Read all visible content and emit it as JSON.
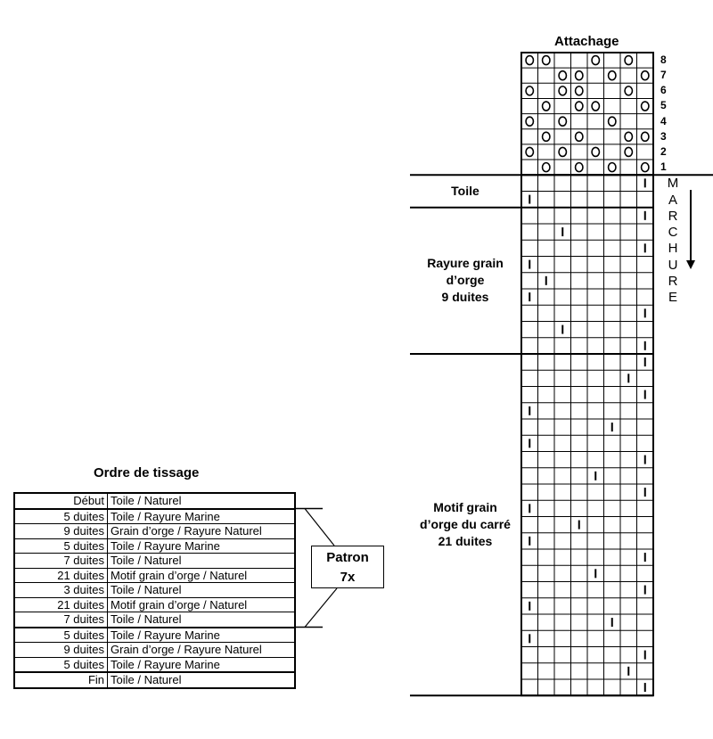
{
  "attachage": {
    "title": "Attachage",
    "shaft_numbers": [
      "8",
      "7",
      "6",
      "5",
      "4",
      "3",
      "2",
      "1"
    ],
    "rows": [
      [
        1,
        1,
        0,
        0,
        1,
        0,
        1,
        0
      ],
      [
        0,
        0,
        1,
        1,
        0,
        1,
        0,
        1
      ],
      [
        1,
        0,
        1,
        1,
        0,
        0,
        1,
        0
      ],
      [
        0,
        1,
        0,
        1,
        1,
        0,
        0,
        1
      ],
      [
        1,
        0,
        1,
        0,
        0,
        1,
        0,
        0
      ],
      [
        0,
        1,
        0,
        1,
        0,
        0,
        1,
        1
      ],
      [
        1,
        0,
        1,
        0,
        1,
        0,
        1,
        0
      ],
      [
        0,
        1,
        0,
        1,
        0,
        1,
        0,
        1
      ]
    ]
  },
  "direction_label": [
    "M",
    "A",
    "R",
    "C",
    "H",
    "U",
    "R",
    "E"
  ],
  "sections": [
    {
      "label": "Toile",
      "rows": 2
    },
    {
      "label": "Rayure grain\nd’orge\n9 duites",
      "rows": 9
    },
    {
      "label": "Motif grain\nd’orge du carré\n21 duites",
      "rows": 21
    }
  ],
  "treadling": [
    7,
    0,
    7,
    2,
    7,
    0,
    1,
    0,
    7,
    2,
    7,
    7,
    6,
    7,
    0,
    5,
    0,
    7,
    4,
    7,
    0,
    3,
    0,
    7,
    4,
    7,
    0,
    5,
    0,
    7,
    6,
    7
  ],
  "ordre": {
    "title": "Ordre de tissage",
    "rows": [
      [
        "Début",
        "Toile / Naturel"
      ],
      [
        "5 duites",
        "Toile / Rayure Marine"
      ],
      [
        "9 duites",
        "Grain d’orge / Rayure Naturel"
      ],
      [
        "5 duites",
        "Toile / Rayure Marine"
      ],
      [
        "7 duites",
        "Toile / Naturel"
      ],
      [
        "21 duites",
        "Motif grain d’orge / Naturel"
      ],
      [
        "3 duites",
        "Toile / Naturel"
      ],
      [
        "21 duites",
        "Motif grain d’orge / Naturel"
      ],
      [
        "7 duites",
        "Toile / Naturel"
      ],
      [
        "5 duites",
        "Toile / Rayure Marine"
      ],
      [
        "9 duites",
        "Grain d’orge / Rayure Naturel"
      ],
      [
        "5 duites",
        "Toile / Rayure Marine"
      ],
      [
        "Fin",
        "Toile / Naturel"
      ]
    ],
    "patron": {
      "line1": "Patron",
      "line2": "7x"
    }
  }
}
